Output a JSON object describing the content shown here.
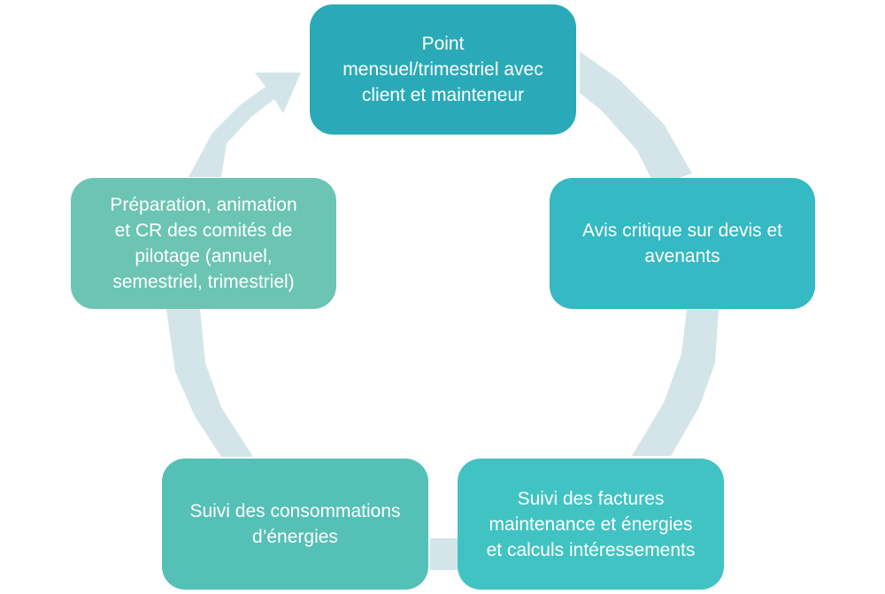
{
  "colors": {
    "ring": "#d3e5e8",
    "step_1": "#2aaab8",
    "step_2": "#35b9c2",
    "step_3": "#42c3c3",
    "step_4": "#55c0b6",
    "step_5": "#6cc4b3",
    "text": "#ffffff"
  },
  "cycle": {
    "steps": [
      {
        "label": "Point\nmensuel/trimestriel avec\nclient et mainteneur"
      },
      {
        "label": "Avis critique sur devis et\navenants"
      },
      {
        "label": "Suivi des factures\nmaintenance et énergies\net calculs intéressements"
      },
      {
        "label": "Suivi des consommations\nd’énergies"
      },
      {
        "label": "Préparation, animation\net CR des comités de\npilotage (annuel,\nsemestriel, trimestriel)"
      }
    ]
  }
}
